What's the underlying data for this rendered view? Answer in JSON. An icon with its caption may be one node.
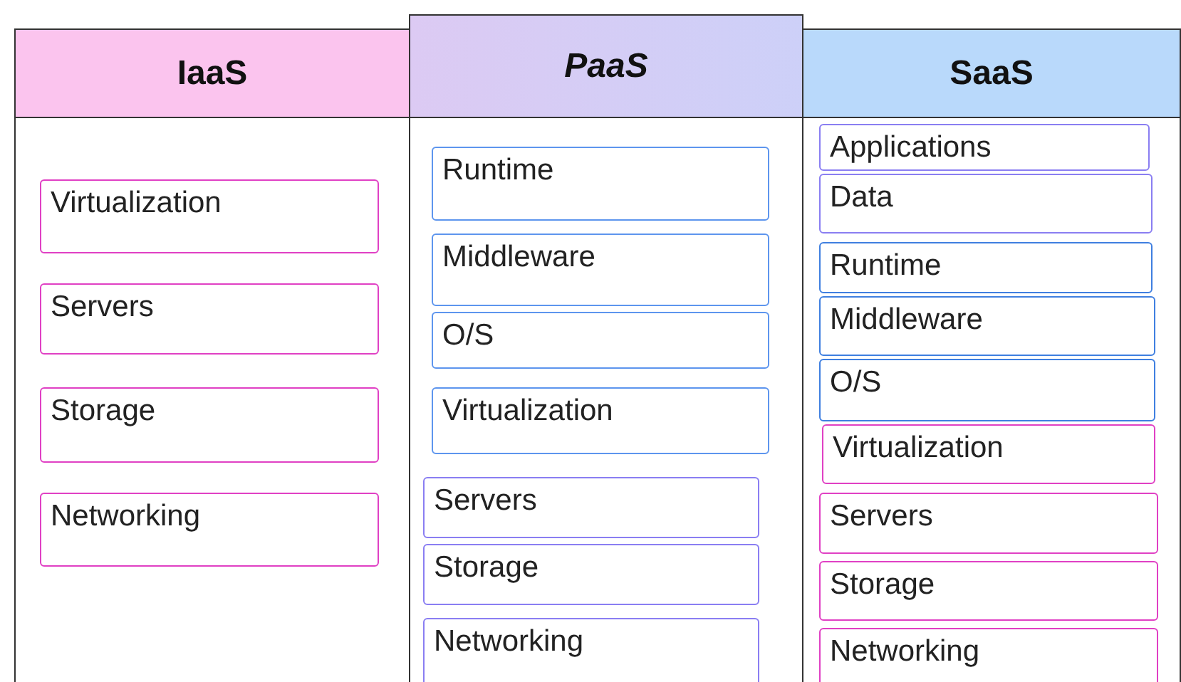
{
  "diagram": {
    "nodes": [
      {
        "text": [
          "IaaS"
        ]
      },
      {
        "text": [
          "Virtualization"
        ],
        "in": 0
      },
      {
        "text": [
          "Servers"
        ],
        "in": 0
      },
      {
        "text": [
          "Storage"
        ],
        "in": 0
      },
      {
        "text": [
          "Networking"
        ],
        "in": 0
      },
      {
        "text": [
          "PaaS"
        ]
      },
      {
        "text": [
          "Runtime"
        ],
        "in": 5
      },
      {
        "text": [
          "Middleware"
        ],
        "in": 5
      },
      {
        "text": [
          "O/S"
        ],
        "in": 5
      },
      {
        "text": [
          "Virtualization"
        ],
        "in": 5
      },
      {
        "text": [
          "Servers"
        ],
        "in": 5
      },
      {
        "text": [
          "Storage"
        ],
        "in": 5
      },
      {
        "text": [
          "Networking"
        ],
        "in": 5
      },
      {
        "text": [
          "SaaS"
        ]
      },
      {
        "text": [
          "Applications"
        ],
        "in": 13
      },
      {
        "text": [
          "Data"
        ],
        "in": 13
      },
      {
        "text": [
          "Runtime"
        ],
        "in": 13
      },
      {
        "text": [
          "Middleware"
        ],
        "in": 13
      },
      {
        "text": [
          "O/S"
        ],
        "in": 13
      },
      {
        "text": [
          "Virtualization"
        ],
        "in": 13
      },
      {
        "text": [
          "Servers"
        ],
        "in": 13
      },
      {
        "text": [
          "Storage"
        ],
        "in": 13
      },
      {
        "text": [
          "Networking"
        ],
        "in": 13
      }
    ]
  }
}
